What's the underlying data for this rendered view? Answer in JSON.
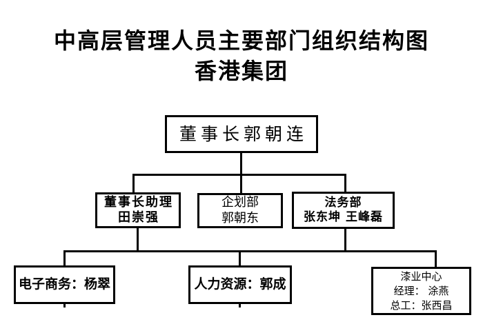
{
  "title": {
    "line1": "中高层管理人员主要部门组织结构图",
    "line2": "香港集团"
  },
  "org": {
    "root": {
      "label": "董事长郭朝连"
    },
    "level2": [
      {
        "lines": [
          "董事长助理",
          "田崇强"
        ]
      },
      {
        "lines": [
          "企划部",
          "郭朝东"
        ]
      },
      {
        "lines": [
          "法务部",
          "张东坤 王峰磊"
        ]
      }
    ],
    "level3": [
      {
        "lines": [
          "电子商务：杨翠"
        ]
      },
      {
        "lines": [
          "人力资源：郭成"
        ]
      },
      {
        "lines": [
          "漆业中心",
          "经理： 涂燕",
          "总工：张西昌"
        ]
      }
    ]
  },
  "colors": {
    "background": "#ffffff",
    "text": "#000000",
    "line": "#000000",
    "box_border": "#000000"
  }
}
